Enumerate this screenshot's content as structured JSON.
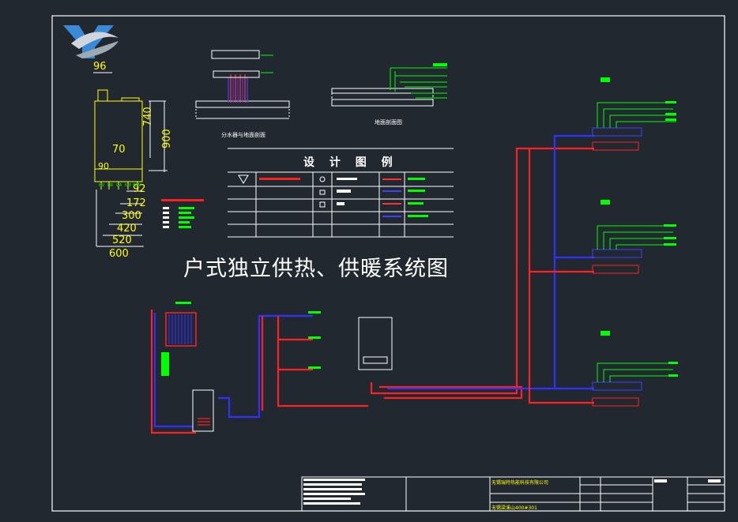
{
  "drawing": {
    "title": "户式独立供热、供暖系统图",
    "legend_title": "设 计 图 例",
    "detail_label_1": "分水器与地面剖面",
    "detail_label_2": "地面剖面图",
    "boiler_dims": {
      "top_width": "96",
      "height_740": "740",
      "height_900": "900",
      "dim_70": "70",
      "dim_90": "90",
      "dim_92": "92",
      "dim_172": "172",
      "dim_300": "300",
      "dim_420": "420",
      "dim_520": "520",
      "dim_600": "600"
    },
    "port_labels": [
      "HV",
      "HR",
      "GA",
      "KW",
      "WW"
    ],
    "title_block": {
      "company": "无锡瑞特热能科技有限公司",
      "project": "无锡梁溪山400#301"
    }
  },
  "colors": {
    "background": "#212830",
    "supply_pipe": "#ff2020",
    "return_pipe": "#3030ff",
    "annotation": "#00ff00",
    "dimension": "#ffff00",
    "linework": "#ffffff"
  }
}
